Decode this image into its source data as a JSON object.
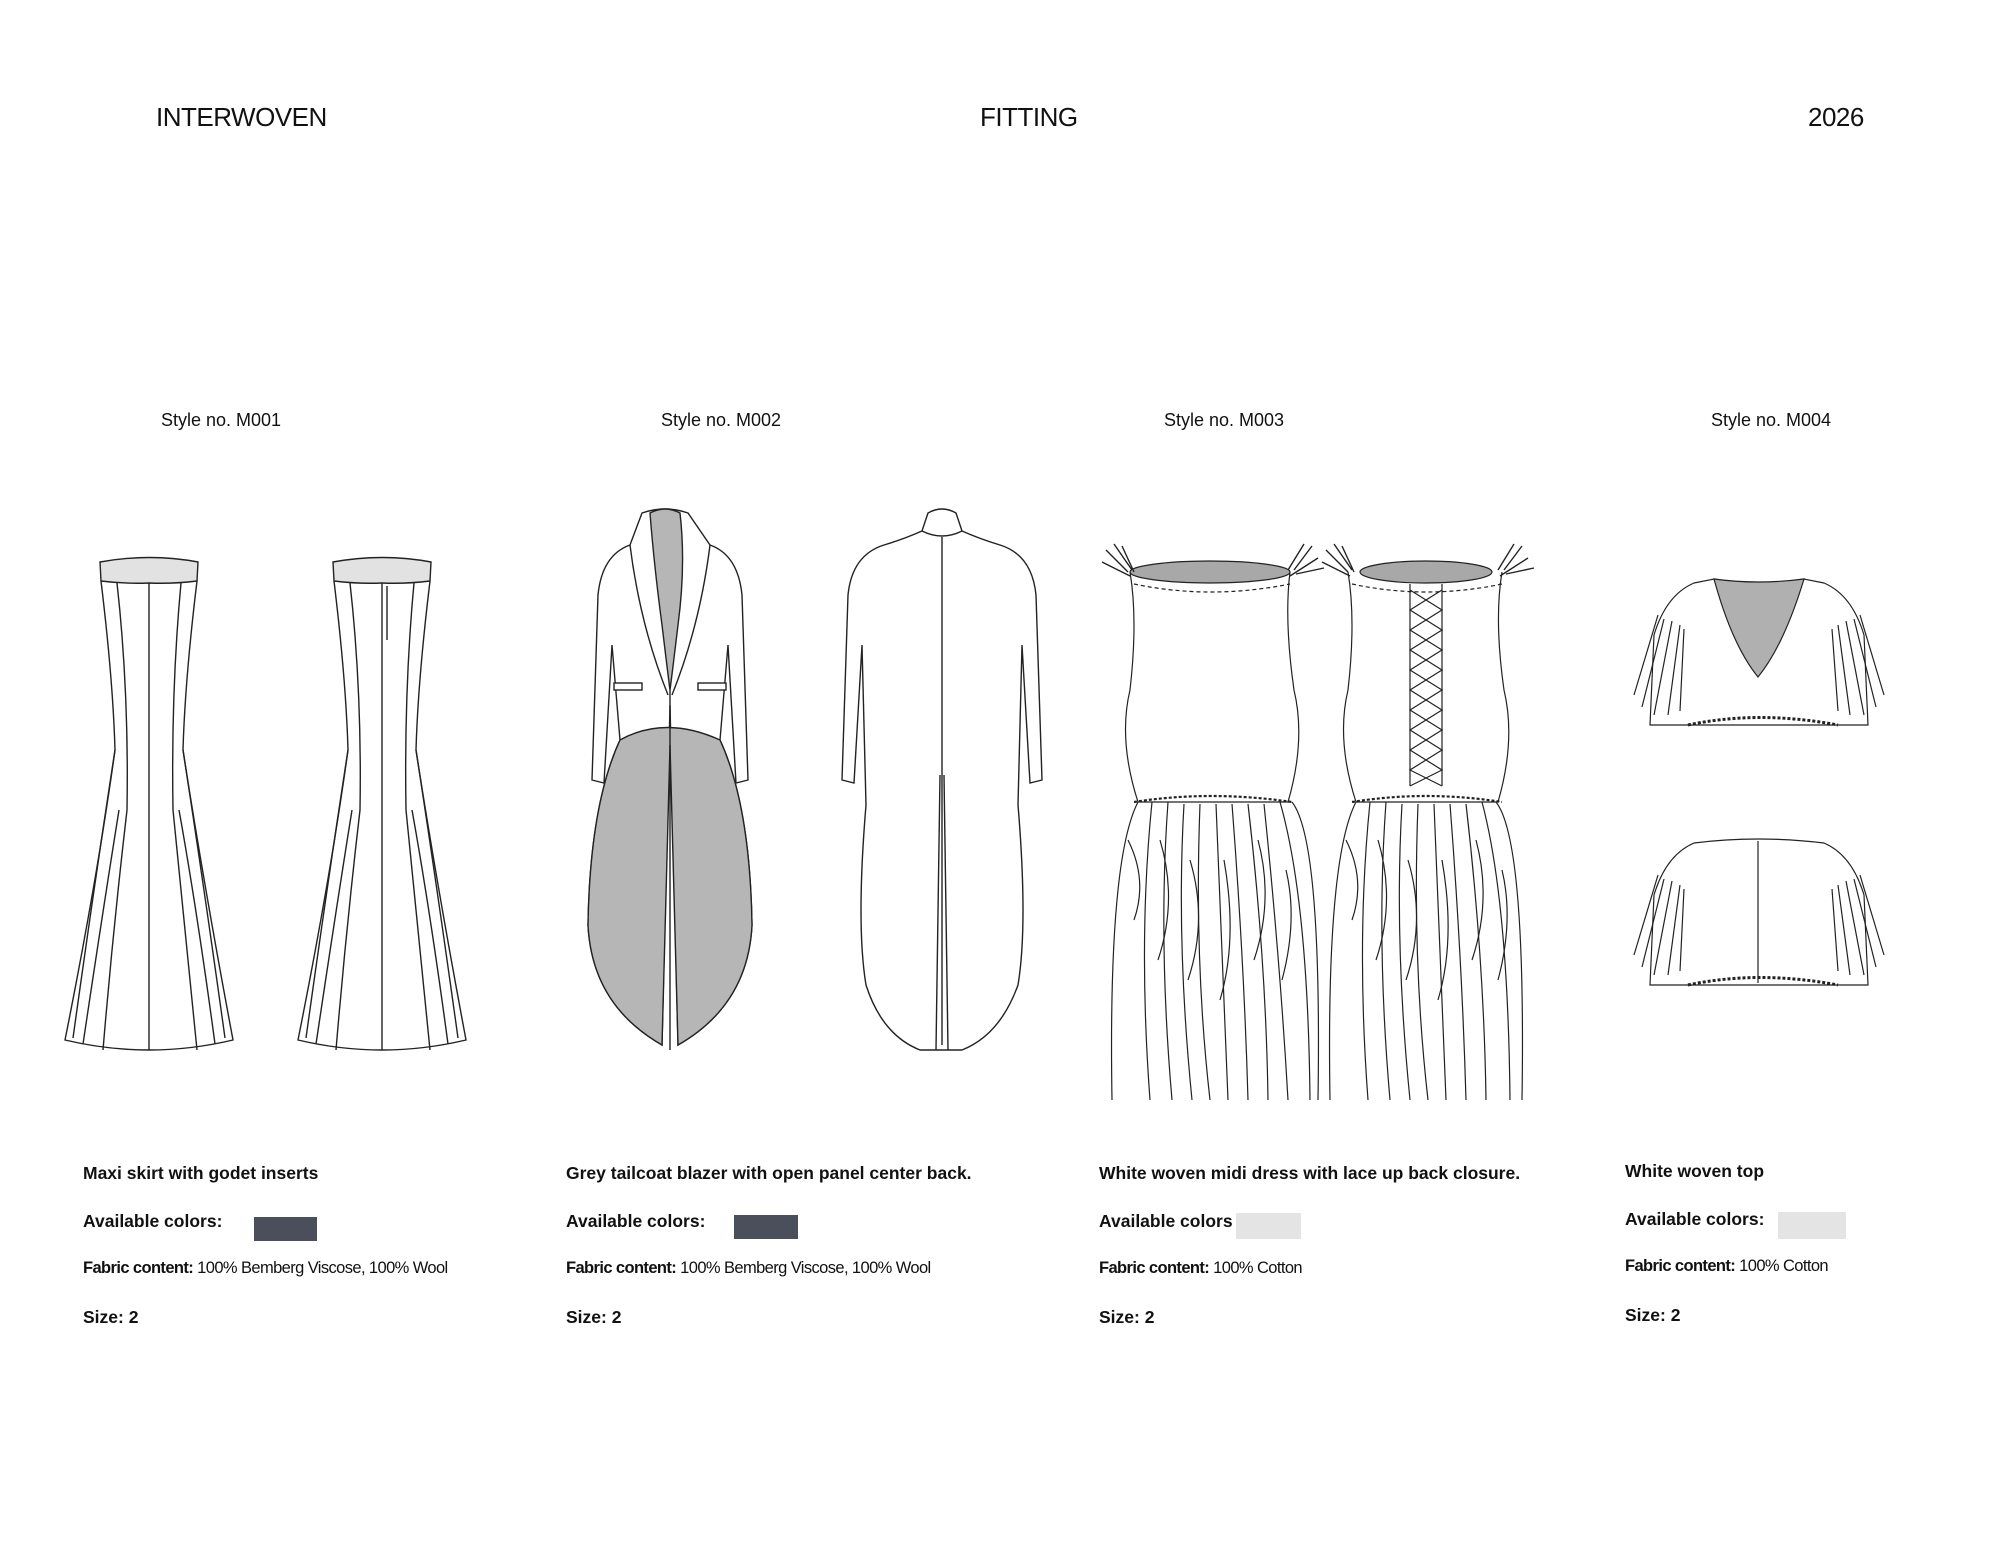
{
  "header": {
    "left": "INTERWOVEN",
    "center": "FITTING",
    "right": "2026"
  },
  "styles": [
    {
      "style_no": "Style no.  M001",
      "description": "Maxi skirt with godet inserts",
      "colors_label": "Available colors:",
      "color": "#4b4f5b",
      "fabric_label": "Fabric content:",
      "fabric_value": "100% Bemberg Viscose, 100% Wool",
      "size": "Size: 2"
    },
    {
      "style_no": "Style no. M002",
      "description": "Grey tailcoat blazer with open panel center back.",
      "colors_label": "Available colors:",
      "color": "#4b4f5b",
      "fabric_label": "Fabric content:",
      "fabric_value": "100% Bemberg Viscose, 100% Wool",
      "size": "Size: 2"
    },
    {
      "style_no": "Style no.  M003",
      "description": "White woven midi dress with lace up back closure.",
      "colors_label": "Available colors",
      "color": "#e4e4e4",
      "fabric_label": "Fabric content:",
      "fabric_value": "100% Cotton",
      "size": "Size: 2"
    },
    {
      "style_no": "Style no.  M004",
      "description": "White woven top",
      "colors_label": "Available colors:",
      "color": "#e4e4e4",
      "fabric_label": "Fabric content:",
      "fabric_value": "100% Cotton",
      "size": "Size: 2"
    }
  ]
}
